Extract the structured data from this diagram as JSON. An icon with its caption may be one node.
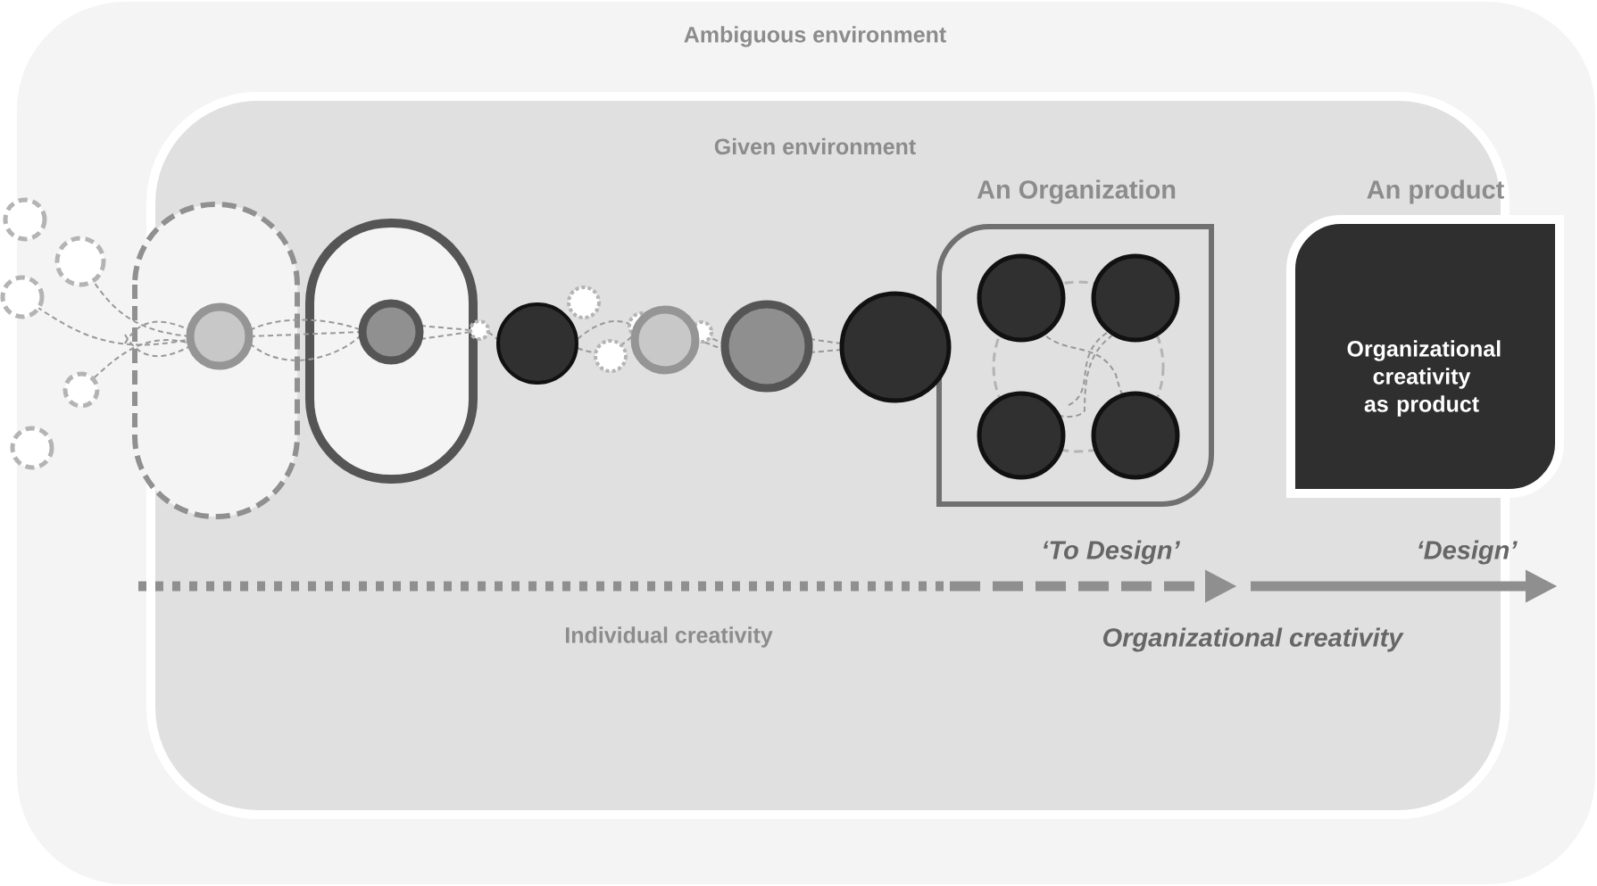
{
  "diagram": {
    "nodes": [
      {
        "text": [
          "Ambiguous environment"
        ]
      },
      {
        "text": [
          "Given environment"
        ],
        "in": 0
      },
      {
        "text": [
          "An Organization"
        ],
        "in": 1
      },
      {
        "text": [
          "Organizational creativity as product"
        ],
        "in": 0
      }
    ],
    "labels": [
      "An product",
      "‘To Design’",
      "‘Design’",
      "Individual creativity",
      "Organizational creativity"
    ]
  }
}
